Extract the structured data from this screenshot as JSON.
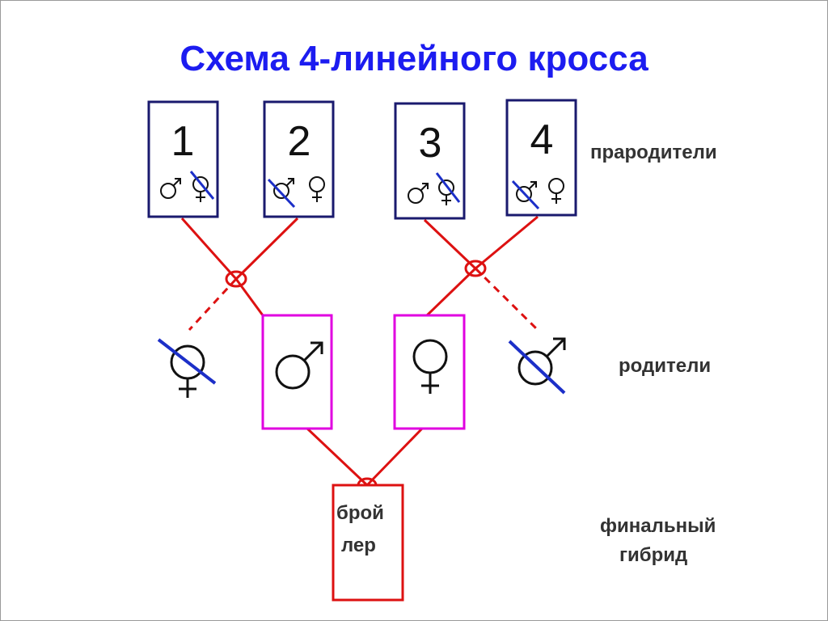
{
  "title": "Схема 4-линейного кросса",
  "grandparents": [
    {
      "label": "1",
      "crossed_sex": "female"
    },
    {
      "label": "2",
      "crossed_sex": "male"
    },
    {
      "label": "3",
      "crossed_sex": "female"
    },
    {
      "label": "4",
      "crossed_sex": "male"
    }
  ],
  "parents": [
    {
      "sex": "female",
      "crossed": true
    },
    {
      "sex": "male",
      "crossed": false
    },
    {
      "sex": "female",
      "crossed": false
    },
    {
      "sex": "male",
      "crossed": true
    }
  ],
  "hybrid": {
    "line1": "брой",
    "line2": "лер"
  },
  "labels": {
    "grandparents": "прародители",
    "parents": "родители",
    "final_line1": "финальный",
    "final_line2": "гибрид"
  },
  "colors": {
    "title": "#1c1cf0",
    "grandparent_box": "#1a1a6e",
    "parent_box": "#e000e0",
    "cross_line": "#dd1111",
    "strike": "#1c2fc8",
    "symbol": "#111111"
  }
}
